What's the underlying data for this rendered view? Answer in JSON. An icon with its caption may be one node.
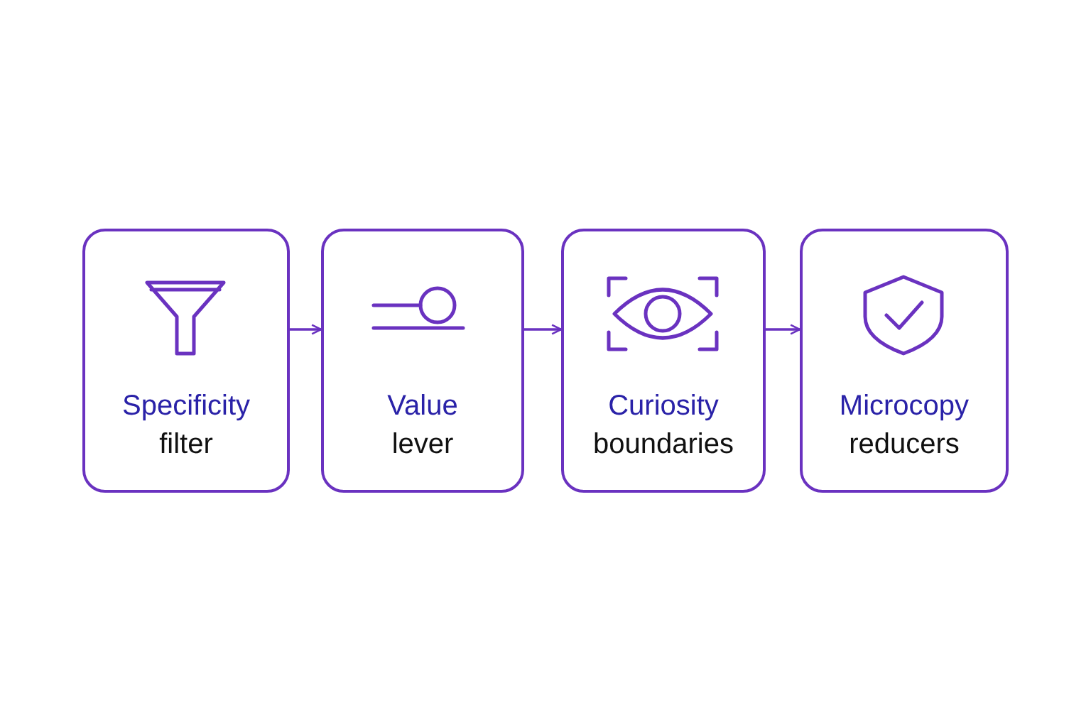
{
  "diagram": {
    "nodes": [
      {
        "text": [
          "Specificity",
          "filter"
        ]
      },
      {
        "text": [
          "Value",
          "lever"
        ]
      },
      {
        "text": [
          "Curiosity",
          "boundaries"
        ]
      },
      {
        "text": [
          "Microcopy",
          "reducers"
        ]
      }
    ],
    "edges": [
      {
        "from": 0,
        "to": 1,
        "arrow": "to"
      },
      {
        "from": 1,
        "to": 2,
        "arrow": "to"
      },
      {
        "from": 2,
        "to": 3,
        "arrow": "to"
      }
    ]
  }
}
